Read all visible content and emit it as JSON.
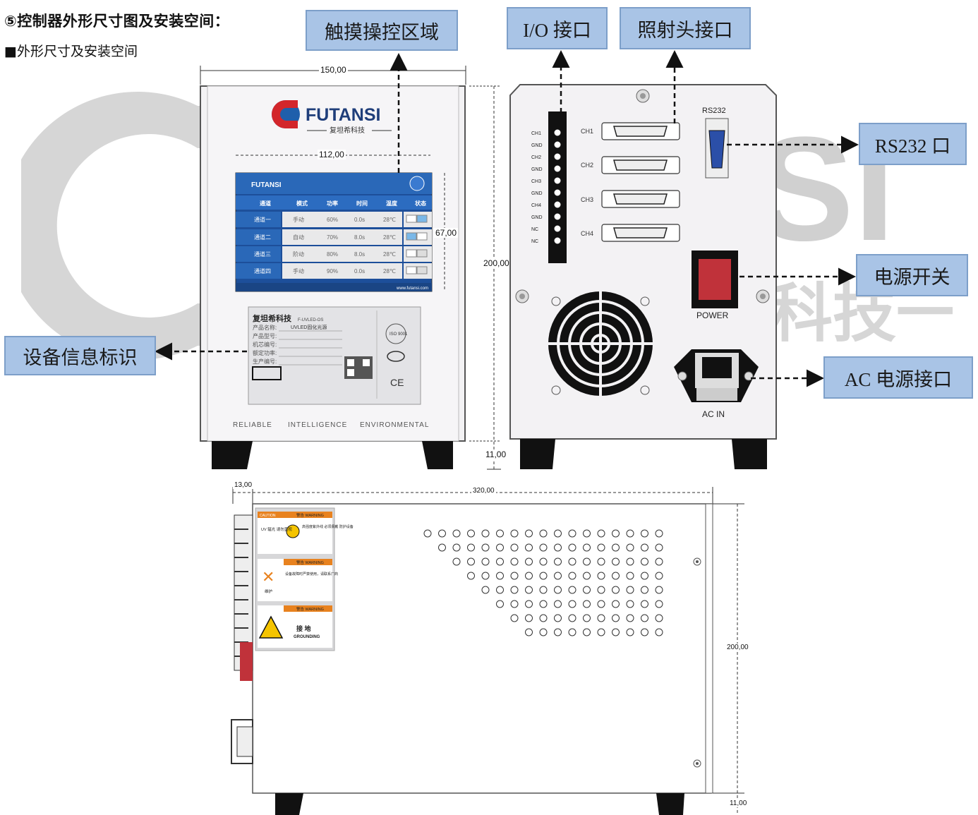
{
  "header": {
    "title": "⑤控制器外形尺寸图及安装空间：",
    "subtitle": "■外形尺寸及安装空间"
  },
  "callouts": {
    "touch_area": "触摸操控区域",
    "io_port": "I/O 接口",
    "lamp_port": "照射头接口",
    "rs232_port": "RS232 口",
    "power_switch": "电源开关",
    "device_label": "设备信息标识",
    "ac_port": "AC 电源接口"
  },
  "dimensions": {
    "front_width": "150,00",
    "screen_width": "112,00",
    "screen_height": "67,00",
    "body_height": "200,00",
    "foot_height": "11,00",
    "side_depth": "320,00",
    "side_offset": "13,00",
    "side_height": "200,00",
    "side_foot": "11,00"
  },
  "brand": {
    "name": "FUTANSI",
    "cn_name": "复坦希科技",
    "watermark_cn": "科技一",
    "watermark_en": "SI"
  },
  "front_panel": {
    "slogan": [
      "RELIABLE",
      "INTELLIGENCE",
      "ENVIRONMENTAL"
    ],
    "screen": {
      "logo": "FUTANSI",
      "headers": [
        "通道",
        "模式",
        "功率",
        "时间",
        "温度",
        "状态"
      ],
      "rows": [
        {
          "channel": "通道一",
          "mode": "手动",
          "power": "60%",
          "time": "0.0s",
          "temp": "28℃"
        },
        {
          "channel": "通道二",
          "mode": "自动",
          "power": "70%",
          "time": "8.0s",
          "temp": "28℃"
        },
        {
          "channel": "通道三",
          "mode": "阶动",
          "power": "80%",
          "time": "8.0s",
          "temp": "28℃"
        },
        {
          "channel": "通道四",
          "mode": "手动",
          "power": "90%",
          "time": "0.0s",
          "temp": "28℃"
        }
      ],
      "footer_url": "www.futansi.com"
    },
    "nameplate": {
      "company": "复坦希科技",
      "model": "F-UVLED-OS",
      "fields": [
        "产品名称:",
        "产品型号:",
        "机芯编号:",
        "额定功率:",
        "生产编号:"
      ],
      "product_name": "UVLED固化光源",
      "cert_iso": "ISO 9001",
      "cert_ce": "CE"
    }
  },
  "rear_panel": {
    "terminals": [
      "CH1",
      "GND",
      "CH2",
      "GND",
      "CH3",
      "GND",
      "CH4",
      "GND",
      "NC",
      "NC"
    ],
    "connectors": [
      "CH1",
      "CH2",
      "CH3",
      "CH4"
    ],
    "rs232_label": "RS232",
    "power_label": "POWER",
    "ac_label": "AC IN"
  },
  "side_panel": {
    "warnings": [
      {
        "tag": "CAUTION",
        "head": "警告 WARNING",
        "text": "UV 辐光 请勿直视",
        "note": "高强度紫外线 必须佩戴 防护设备"
      },
      {
        "tag": "",
        "head": "警告 WARNING",
        "text": "维护",
        "note": "设备故障时严禁使用，请联系厂商"
      },
      {
        "tag": "",
        "head": "警告 WARNING",
        "text": "接 地",
        "note": "GROUNDING"
      }
    ]
  }
}
